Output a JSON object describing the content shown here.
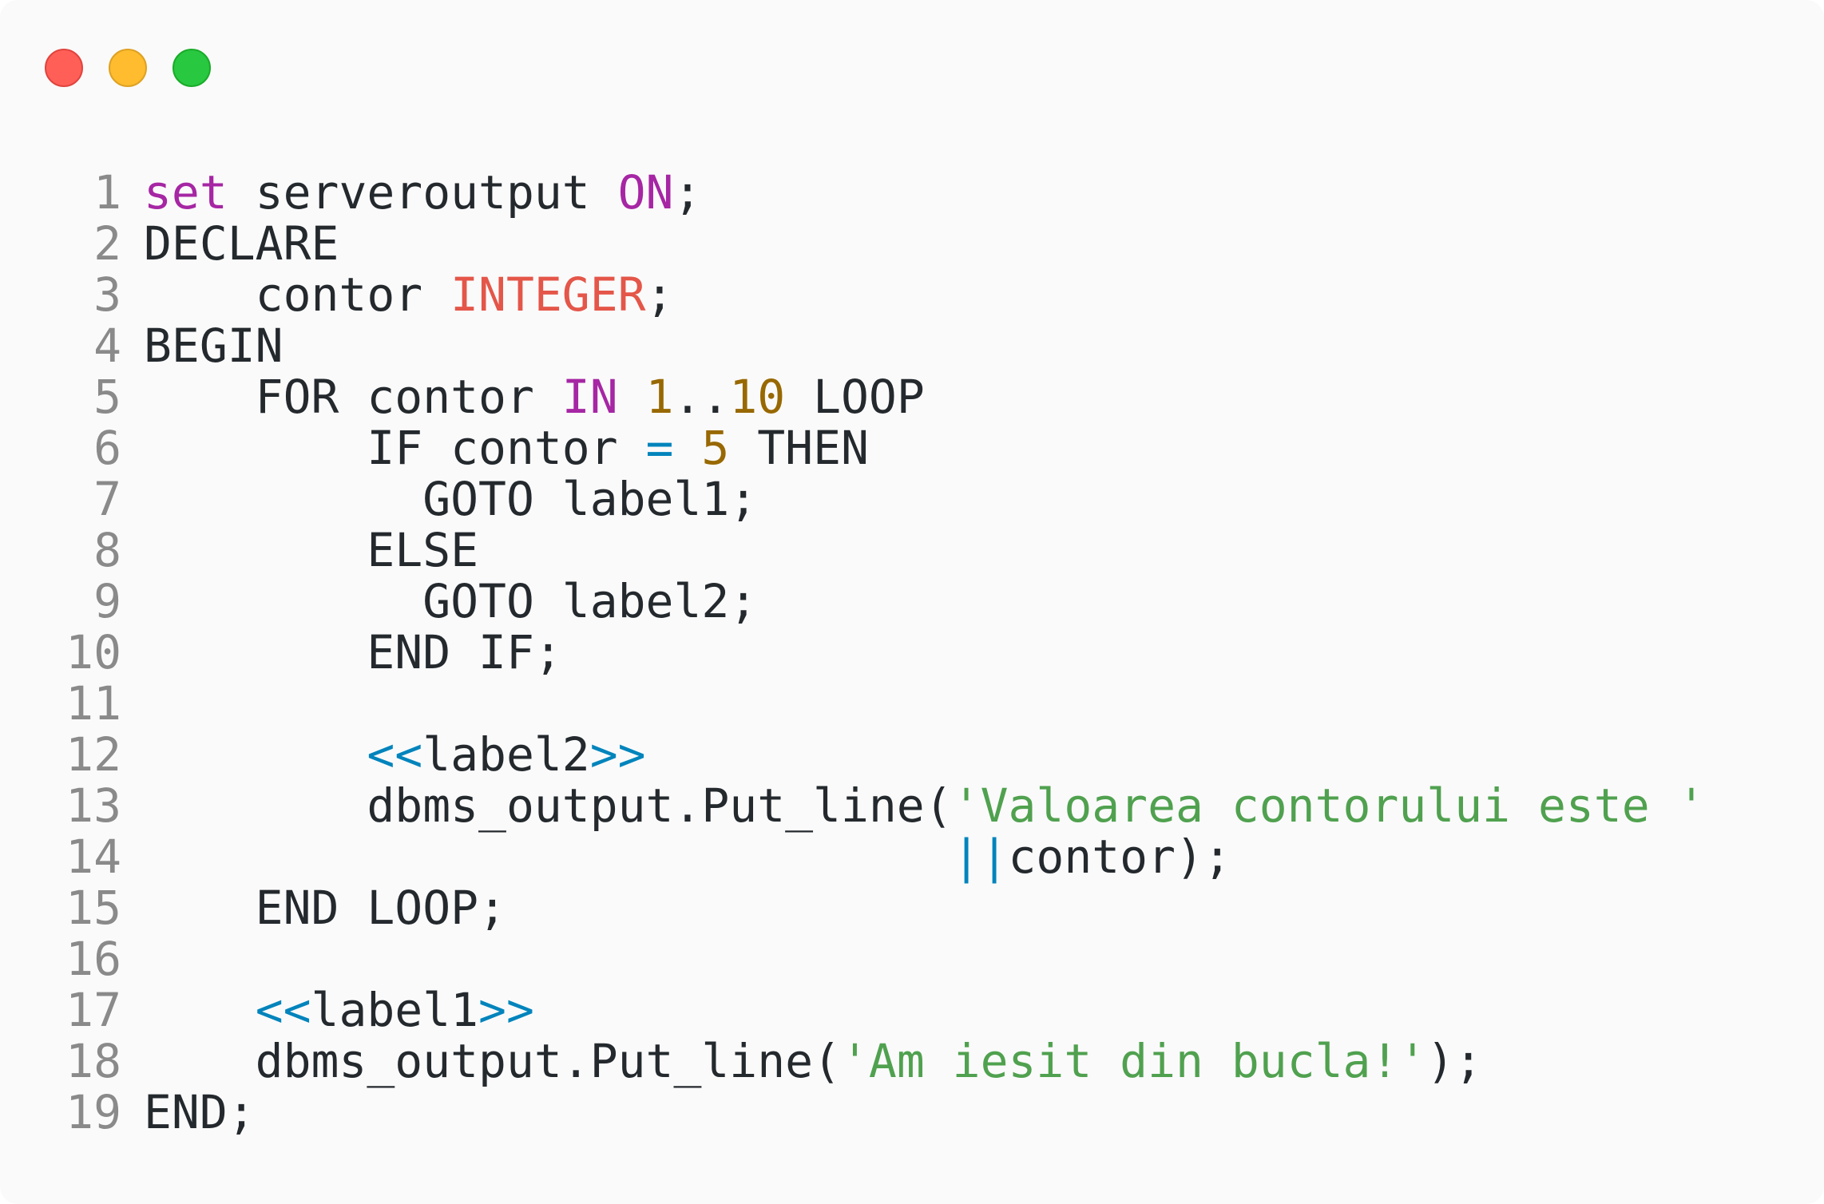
{
  "window": {
    "buttons": [
      {
        "name": "close",
        "color": "#ff5f57",
        "border": "#e0443e"
      },
      {
        "name": "minimize",
        "color": "#febc2e",
        "border": "#dea123"
      },
      {
        "name": "zoom",
        "color": "#28c840",
        "border": "#1aab29"
      }
    ]
  },
  "colors": {
    "keyword": "#a626a4",
    "type": "#e45649",
    "number": "#986801",
    "operator": "#0184bc",
    "string": "#50a14f",
    "plain": "#24292e",
    "line_number": "#8a8a8a"
  },
  "editor": {
    "language": "plsql",
    "lines": [
      {
        "num": "1",
        "tokens": [
          [
            "set",
            "keyword"
          ],
          [
            " serveroutput ",
            "plain"
          ],
          [
            "ON",
            "keyword"
          ],
          [
            ";",
            "plain"
          ]
        ]
      },
      {
        "num": "2",
        "tokens": [
          [
            "DECLARE",
            "plain"
          ]
        ]
      },
      {
        "num": "3",
        "tokens": [
          [
            "    contor ",
            "plain"
          ],
          [
            "INTEGER",
            "type"
          ],
          [
            ";",
            "plain"
          ]
        ]
      },
      {
        "num": "4",
        "tokens": [
          [
            "BEGIN",
            "plain"
          ]
        ]
      },
      {
        "num": "5",
        "tokens": [
          [
            "    FOR contor ",
            "plain"
          ],
          [
            "IN",
            "keyword"
          ],
          [
            " ",
            "plain"
          ],
          [
            "1",
            "number"
          ],
          [
            "..",
            "plain"
          ],
          [
            "10",
            "number"
          ],
          [
            " LOOP",
            "plain"
          ]
        ]
      },
      {
        "num": "6",
        "tokens": [
          [
            "        IF contor ",
            "plain"
          ],
          [
            "=",
            "operator"
          ],
          [
            " ",
            "plain"
          ],
          [
            "5",
            "number"
          ],
          [
            " THEN",
            "plain"
          ]
        ]
      },
      {
        "num": "7",
        "tokens": [
          [
            "          GOTO label1;",
            "plain"
          ]
        ]
      },
      {
        "num": "8",
        "tokens": [
          [
            "        ELSE",
            "plain"
          ]
        ]
      },
      {
        "num": "9",
        "tokens": [
          [
            "          GOTO label2;",
            "plain"
          ]
        ]
      },
      {
        "num": "10",
        "tokens": [
          [
            "        END IF;",
            "plain"
          ]
        ]
      },
      {
        "num": "11",
        "tokens": []
      },
      {
        "num": "12",
        "tokens": [
          [
            "        ",
            "plain"
          ],
          [
            "<<",
            "operator"
          ],
          [
            "label2",
            "plain"
          ],
          [
            ">>",
            "operator"
          ]
        ]
      },
      {
        "num": "13",
        "tokens": [
          [
            "        dbms_output.Put_line(",
            "plain"
          ],
          [
            "'Valoarea contorului este '",
            "string"
          ]
        ]
      },
      {
        "num": "14",
        "tokens": [
          [
            "                             ",
            "plain"
          ],
          [
            "||",
            "operator"
          ],
          [
            "contor);",
            "plain"
          ]
        ]
      },
      {
        "num": "15",
        "tokens": [
          [
            "    END LOOP;",
            "plain"
          ]
        ]
      },
      {
        "num": "16",
        "tokens": []
      },
      {
        "num": "17",
        "tokens": [
          [
            "    ",
            "plain"
          ],
          [
            "<<",
            "operator"
          ],
          [
            "label1",
            "plain"
          ],
          [
            ">>",
            "operator"
          ]
        ]
      },
      {
        "num": "18",
        "tokens": [
          [
            "    dbms_output.Put_line(",
            "plain"
          ],
          [
            "'Am iesit din bucla!'",
            "string"
          ],
          [
            ");",
            "plain"
          ]
        ]
      },
      {
        "num": "19",
        "tokens": [
          [
            "END;",
            "plain"
          ]
        ]
      }
    ]
  }
}
